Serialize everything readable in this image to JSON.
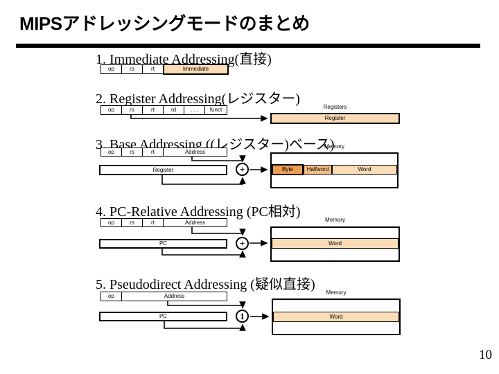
{
  "slide": {
    "title": "MIPSアドレッシングモードのまとめ",
    "page_number": "10"
  },
  "colors": {
    "field_fill": "#FADCB6",
    "byte_fill": "#EC9E51",
    "halfword_fill": "#F3BD85"
  },
  "sections": {
    "immediate": {
      "heading": "1. Immediate Addressing(直接)",
      "fields": {
        "op": "op",
        "rs": "rs",
        "rt": "rt",
        "immediate": "Immediate"
      }
    },
    "register": {
      "heading": "2. Register Addressing(レジスター)",
      "fields": {
        "op": "op",
        "rs": "rs",
        "rt": "rt",
        "rd": "rd",
        "dots": ". . .",
        "funct": "funct"
      },
      "registers_label": "Registers",
      "register_box": "Register"
    },
    "base": {
      "heading": "3. Base Addressing ((レジスター)ベース)",
      "fields": {
        "op": "op",
        "rs": "rs",
        "rt": "rt",
        "address": "Address"
      },
      "register_box": "Register",
      "plus": "+",
      "memory_label": "Memory",
      "byte": "Byte",
      "halfword": "Halfword",
      "word": "Word"
    },
    "pc_relative": {
      "heading": "4. PC-Relative Addressing (PC相対)",
      "fields": {
        "op": "op",
        "rs": "rs",
        "rt": "rt",
        "address": "Address"
      },
      "pc_box": "PC",
      "plus": "+",
      "memory_label": "Memory",
      "word": "Word"
    },
    "pseudodirect": {
      "heading": "5. Pseudodirect Addressing (疑似直接)",
      "fields": {
        "op": "op",
        "address": "Address"
      },
      "pc_box": "PC",
      "concat": "1",
      "memory_label": "Memory",
      "word": "Word"
    }
  }
}
